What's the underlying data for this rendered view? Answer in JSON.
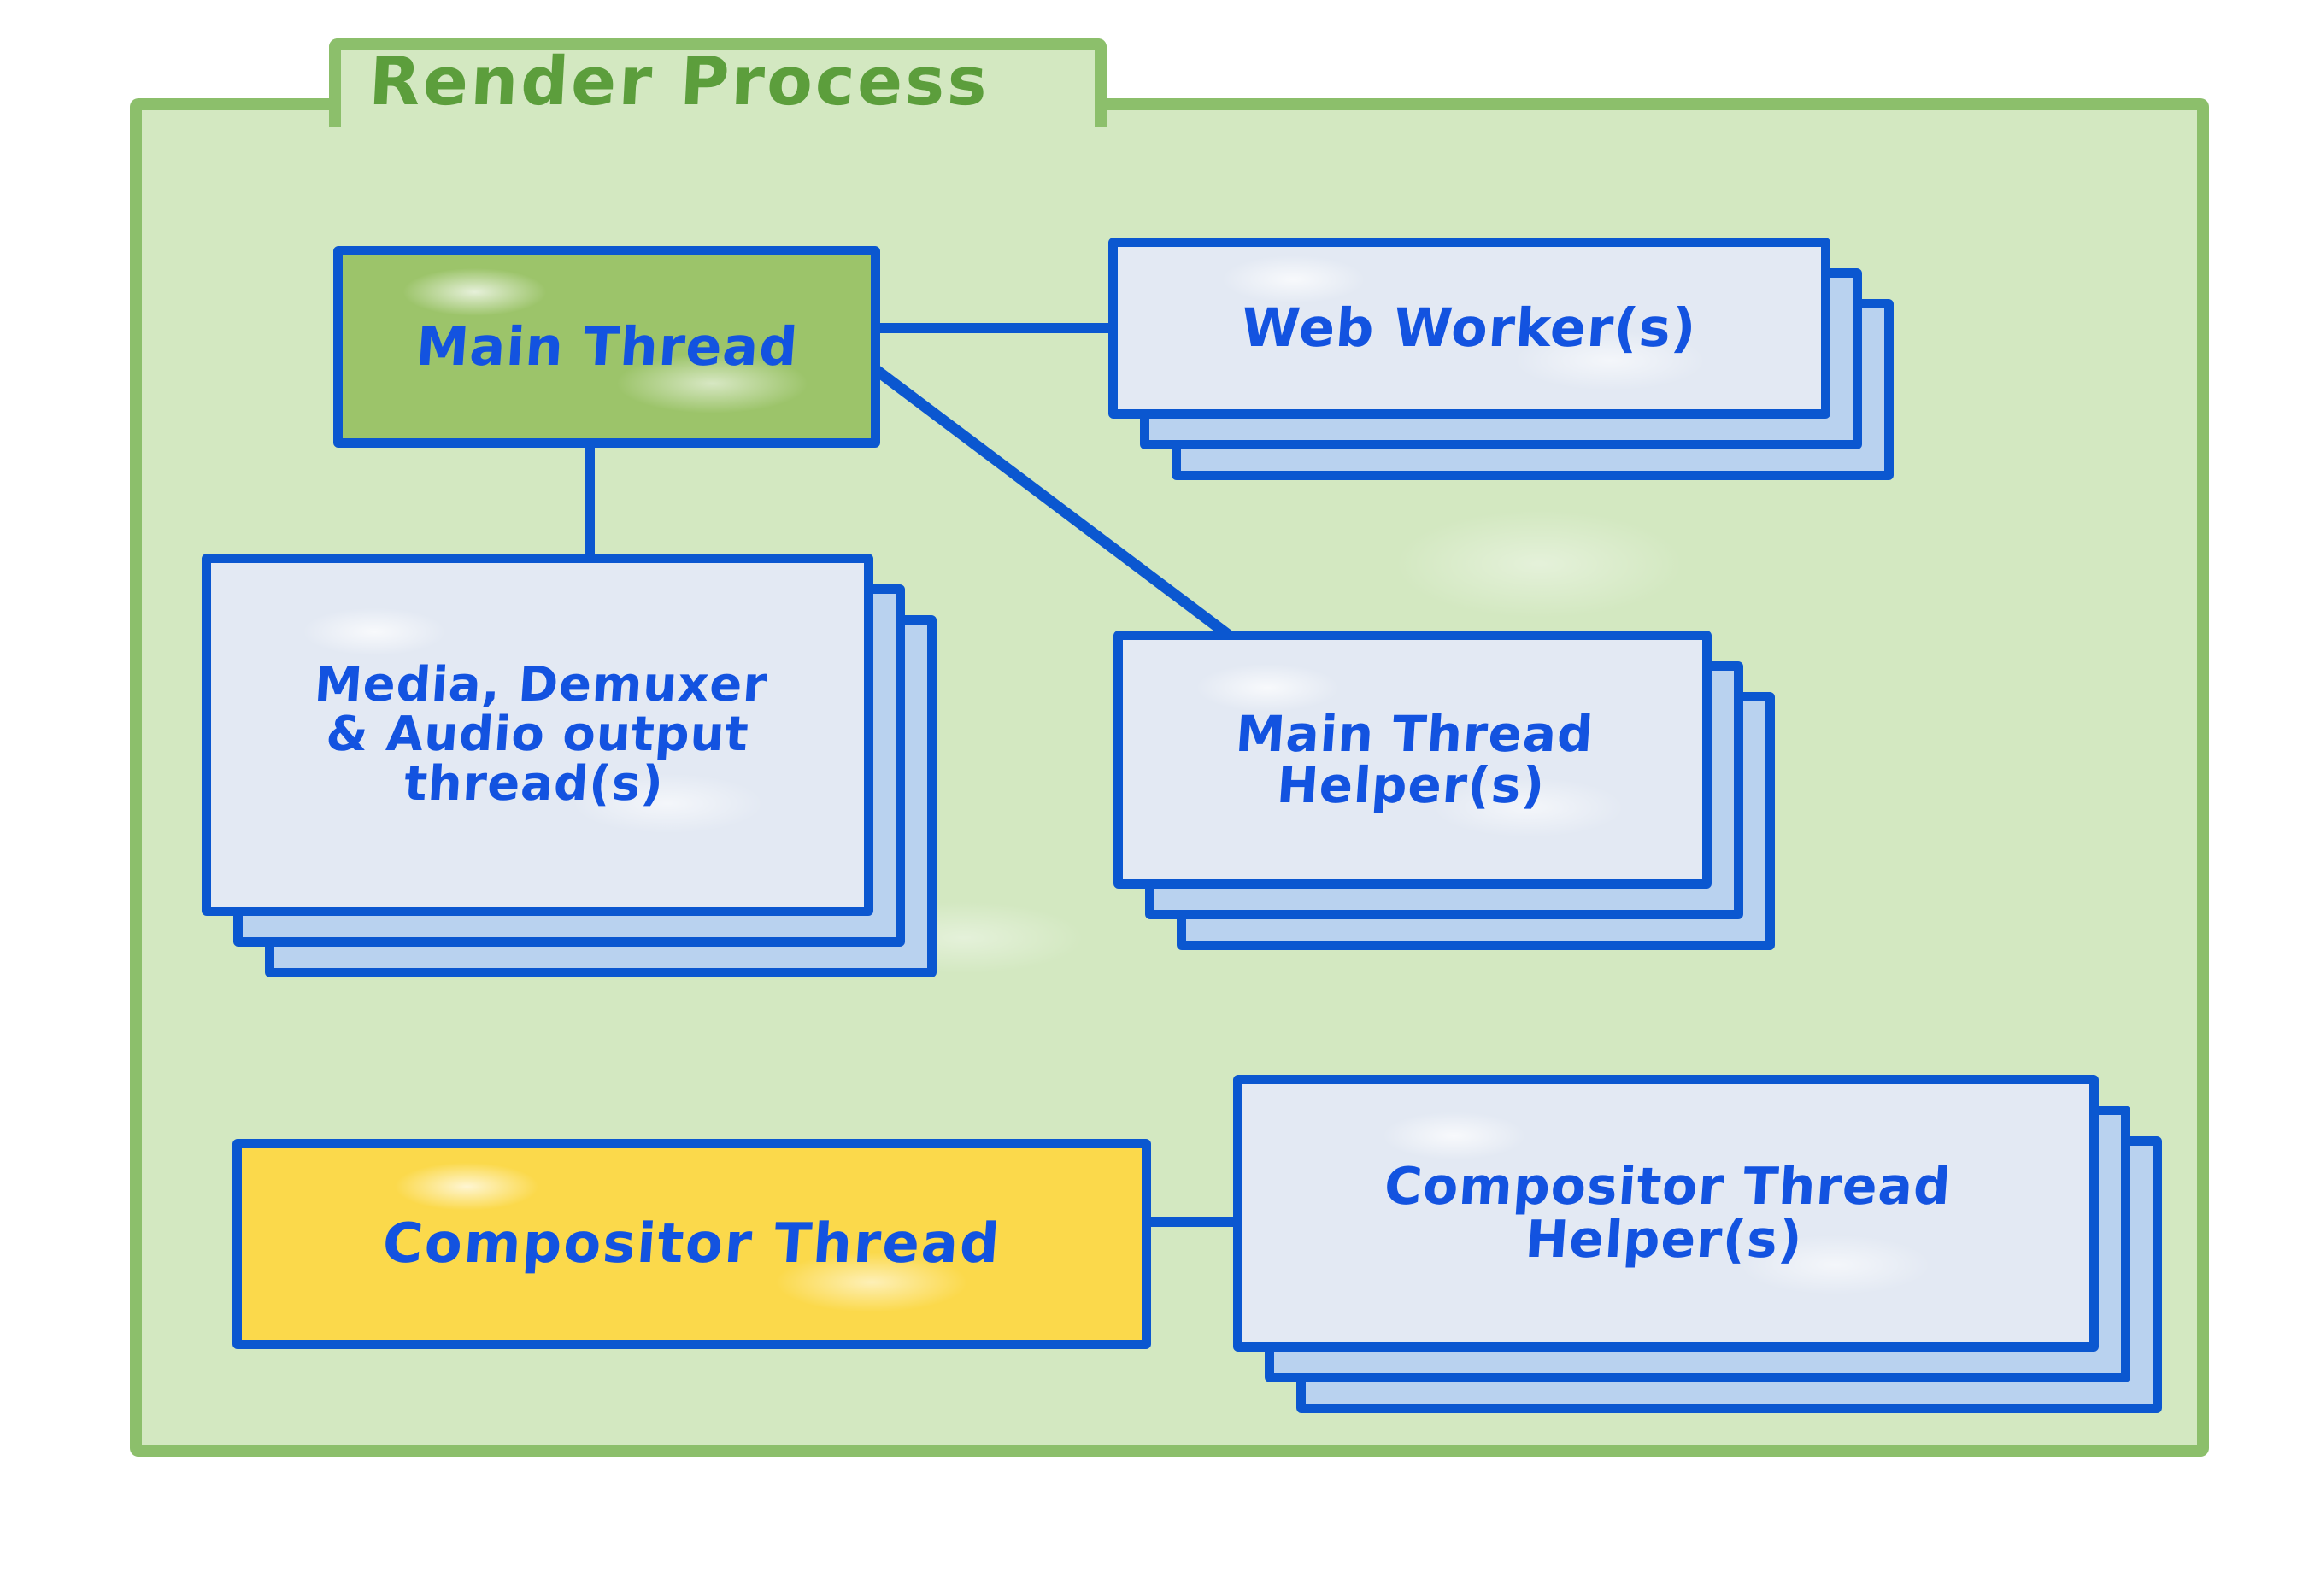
{
  "diagram": {
    "title": "Render Process",
    "title_color": "#5c9e3c",
    "container_fill": "#d3e8c1",
    "container_border": "#8cbf6b",
    "node_border_color": "#0b57d0",
    "node_text_color": "#1353e0",
    "node_fill_default": "#e3e9f3",
    "node_fill_stack_layer": "#b9d2ef",
    "nodes": [
      {
        "id": "main-thread",
        "label": "Main Thread",
        "fill": "#9cc46a",
        "stack_count": 1,
        "highlighted": true
      },
      {
        "id": "web-worker",
        "label": "Web Worker(s)",
        "fill": "#e3e9f3",
        "stack_count": 3,
        "highlighted": false
      },
      {
        "id": "media-demuxer-audio",
        "label": "Media, Demuxer\n& Audio output\nthread(s)",
        "fill": "#e3e9f3",
        "stack_count": 3,
        "highlighted": false
      },
      {
        "id": "main-thread-helper",
        "label": "Main Thread\nHelper(s)",
        "fill": "#e3e9f3",
        "stack_count": 3,
        "highlighted": false
      },
      {
        "id": "compositor-thread",
        "label": "Compositor Thread",
        "fill": "#fbd94b",
        "stack_count": 1,
        "highlighted": true
      },
      {
        "id": "compositor-thread-helper",
        "label": "Compositor Thread\nHelper(s)",
        "fill": "#e3e9f3",
        "stack_count": 3,
        "highlighted": false
      }
    ],
    "connections": [
      {
        "from": "main-thread",
        "to": "web-worker",
        "style": "horizontal"
      },
      {
        "from": "main-thread",
        "to": "media-demuxer-audio",
        "style": "vertical"
      },
      {
        "from": "main-thread",
        "to": "main-thread-helper",
        "style": "diagonal"
      },
      {
        "from": "compositor-thread",
        "to": "compositor-thread-helper",
        "style": "horizontal"
      }
    ]
  }
}
